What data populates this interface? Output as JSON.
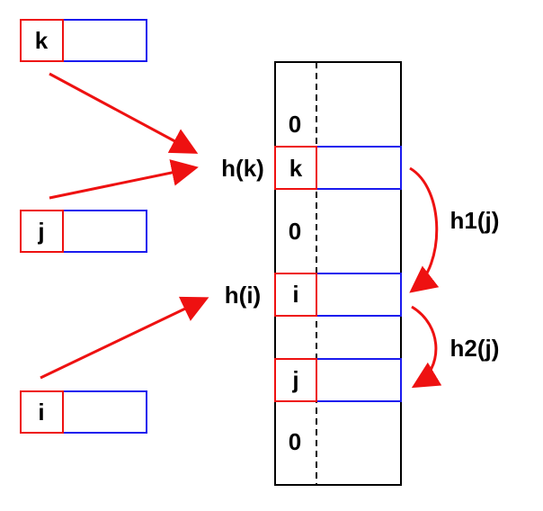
{
  "keys": [
    {
      "label": "k"
    },
    {
      "label": "j"
    },
    {
      "label": "i"
    }
  ],
  "table": {
    "slots": [
      {
        "label": "0"
      },
      {
        "label": "k"
      },
      {
        "label": "0"
      },
      {
        "label": "i"
      },
      {
        "label": ""
      },
      {
        "label": "j"
      },
      {
        "label": "0"
      }
    ]
  },
  "hash_labels": {
    "hk": "h(k)",
    "hi": "h(i)",
    "h1j": "h1(j)",
    "h2j": "h2(j)"
  },
  "colors": {
    "red": "#ee1111",
    "blue": "#1a1aee",
    "black": "#000000"
  }
}
